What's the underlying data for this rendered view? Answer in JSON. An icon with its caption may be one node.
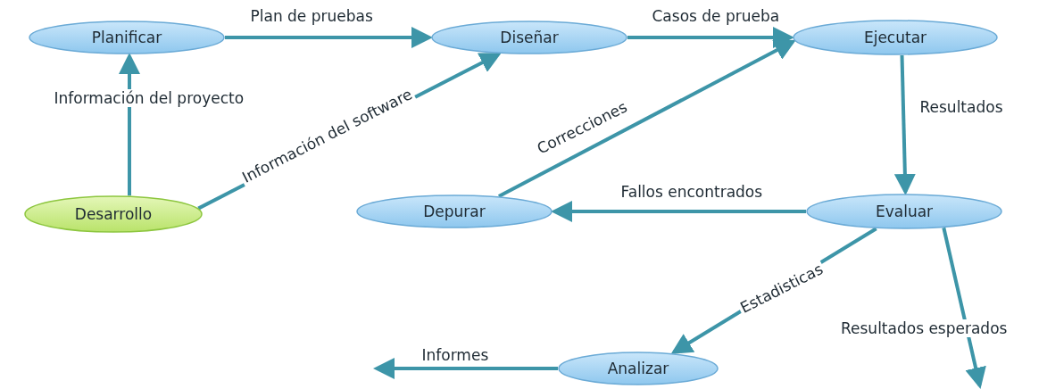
{
  "diagram": {
    "nodes": [
      {
        "text": [
          "Planificar"
        ]
      },
      {
        "text": [
          "Diseñar"
        ]
      },
      {
        "text": [
          "Ejecutar"
        ]
      },
      {
        "text": [
          "Desarrollo"
        ]
      },
      {
        "text": [
          "Depurar"
        ]
      },
      {
        "text": [
          "Evaluar"
        ]
      },
      {
        "text": [
          "Analizar"
        ]
      }
    ],
    "edges": [
      {
        "from": 0,
        "to": 1,
        "arrow": "to",
        "label": "Plan de pruebas"
      },
      {
        "from": 1,
        "to": 2,
        "arrow": "to",
        "label": "Casos de prueba"
      },
      {
        "from": 3,
        "to": 0,
        "arrow": "to",
        "label": "Información del proyecto"
      },
      {
        "from": 3,
        "to": 1,
        "arrow": "to",
        "label": "Información del software"
      },
      {
        "from": 4,
        "to": 2,
        "arrow": "to",
        "label": "Correcciones"
      },
      {
        "from": 2,
        "to": 5,
        "arrow": "to",
        "label": "Resultados"
      },
      {
        "from": 5,
        "to": 4,
        "arrow": "to",
        "label": "Fallos encontrados"
      },
      {
        "from": 5,
        "to": 6,
        "arrow": "to",
        "label": "Estadisticas"
      },
      {
        "from": 5,
        "to": null,
        "arrow": "to",
        "label": "Resultados esperados"
      },
      {
        "from": 6,
        "to": null,
        "arrow": "to",
        "label": "Informes"
      }
    ]
  }
}
